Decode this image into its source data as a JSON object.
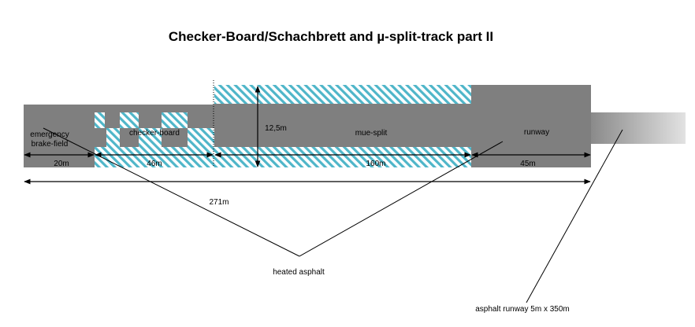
{
  "title": "Checker-Board/Schachbrett and µ-split-track part II",
  "labels": {
    "emergency_line1": "emergency",
    "emergency_line2": "brake-field",
    "checker_board": "checker-board",
    "mue_split": "mue-split",
    "runway": "runway",
    "width": "12,5m",
    "heated_asphalt": "heated asphalt",
    "asphalt_runway": "asphalt runway 5m x 350m"
  },
  "dimensions": {
    "emergency_length": "20m",
    "checker_length": "46m",
    "split_length": "160m",
    "runway_length": "45m",
    "total_length": "271m"
  },
  "colors": {
    "asphalt": "#7f7f7f",
    "hatch": "#4fb6c9",
    "background": "#ffffff",
    "line": "#000000"
  }
}
